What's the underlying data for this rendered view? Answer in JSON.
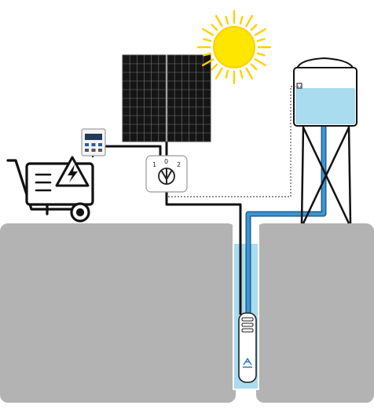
{
  "switch": {
    "positions": [
      "1",
      "0",
      "2"
    ]
  },
  "colors": {
    "ground": "#b3b3b3",
    "water": "#a8dcee",
    "pipe": "#2a7bb6",
    "cable": "#111111",
    "sun": "#ffe600",
    "sun_rays": "#ffd000",
    "panel": "#151515",
    "panel_grid": "#777777",
    "tank_water": "#a8dcee",
    "dashed_wire": "#555555"
  },
  "icons": {
    "sun": "sun-icon",
    "solar_panel": "solar-panel-icon",
    "generator": "generator-icon",
    "high_voltage": "high-voltage-icon",
    "controller": "pump-controller-icon",
    "switch": "rotary-selector-switch-icon",
    "tank": "water-tank-icon",
    "pump": "submersible-pump-icon"
  }
}
